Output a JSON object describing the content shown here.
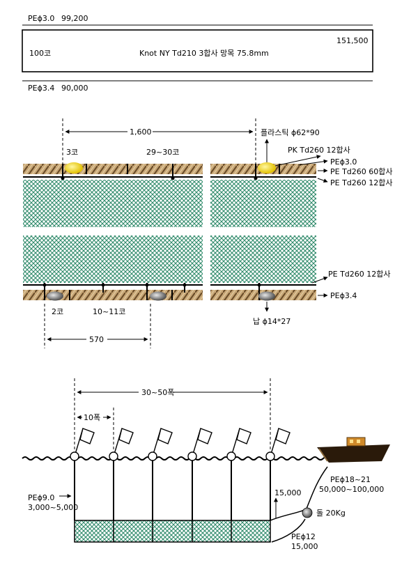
{
  "top_rope": {
    "spec": "PEϕ3.0",
    "length": "99,200"
  },
  "net_box": {
    "count": "100코",
    "spec": "Knot NY Td210 3합사 망목 75.8mm",
    "length": "151,500"
  },
  "bottom_rope": {
    "spec": "PEϕ3.4",
    "length": "90,000"
  },
  "detail": {
    "float_spacing": "1,600",
    "float_knots": "3코",
    "float_knot_range": "29~30코",
    "float_label": "플라스틱 ϕ62*90",
    "float_line_label": "PK Td260 12합사",
    "rope_top_label": "PEϕ3.0",
    "edge_twine_label": "PE Td260 60합사",
    "selvage_label": "PE Td260 12합사",
    "bottom_selvage_label": "PE Td260 12합사",
    "rope_bottom_label": "PEϕ3.4",
    "sinker_label": "납 ϕ14*27",
    "sinker_knots": "2코",
    "sinker_knot_range": "10~11코",
    "sinker_spacing": "570"
  },
  "deployment": {
    "total_width": "30~50폭",
    "unit_width": "10폭",
    "buoy_line_spec": "PEϕ9.0",
    "buoy_line_length": "3,000~5,000",
    "anchor_line_length": "15,000",
    "main_line_spec": "PEϕ18~21",
    "main_line_length": "50,000~100,000",
    "stone_label": "돌 20Kg",
    "bottom_line_spec": "PEϕ12",
    "bottom_line_length": "15,000"
  },
  "colors": {
    "net_green": "#2f8a6a",
    "rope_brown": "#9c7a4a",
    "float_yellow": "#f2dc3a",
    "boat_hull": "#2a1a0a",
    "boat_cabin": "#d08a2a"
  }
}
